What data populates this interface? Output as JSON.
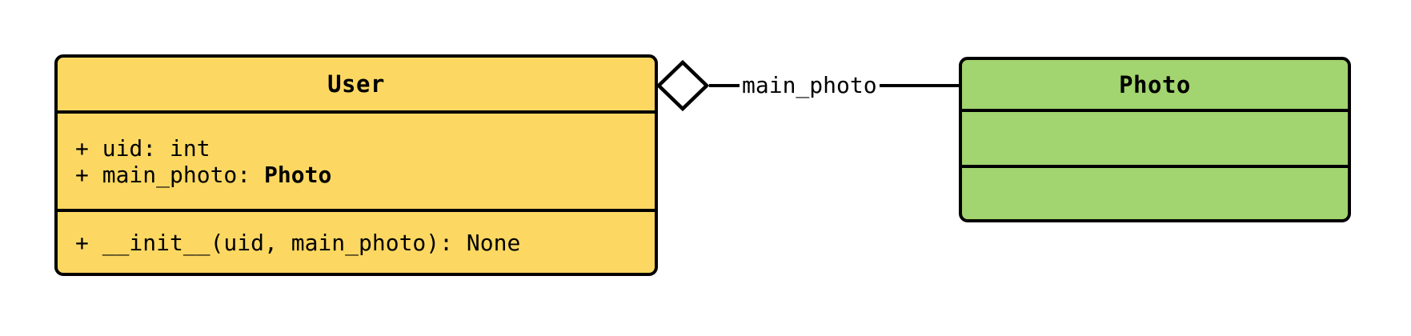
{
  "diagram": {
    "kind": "uml-class-diagram",
    "background_color": "#ffffff",
    "stroke_color": "#000000"
  },
  "classes": [
    {
      "name": "User",
      "fill": "#FCD862",
      "attributes": [
        {
          "text": "+ uid: int",
          "bold": ""
        },
        {
          "text": "+ main_photo: ",
          "bold": "Photo"
        }
      ],
      "methods": [
        {
          "text": "+ __init__(uid, main_photo): None",
          "bold": ""
        }
      ]
    },
    {
      "name": "Photo",
      "fill": "#A2D46F",
      "attributes": [],
      "methods": []
    }
  ],
  "relationship": {
    "type": "aggregation",
    "diamond": "hollow",
    "diamond_fill": "#ffffff",
    "from": "User",
    "to": "Photo",
    "label": "main_photo"
  }
}
